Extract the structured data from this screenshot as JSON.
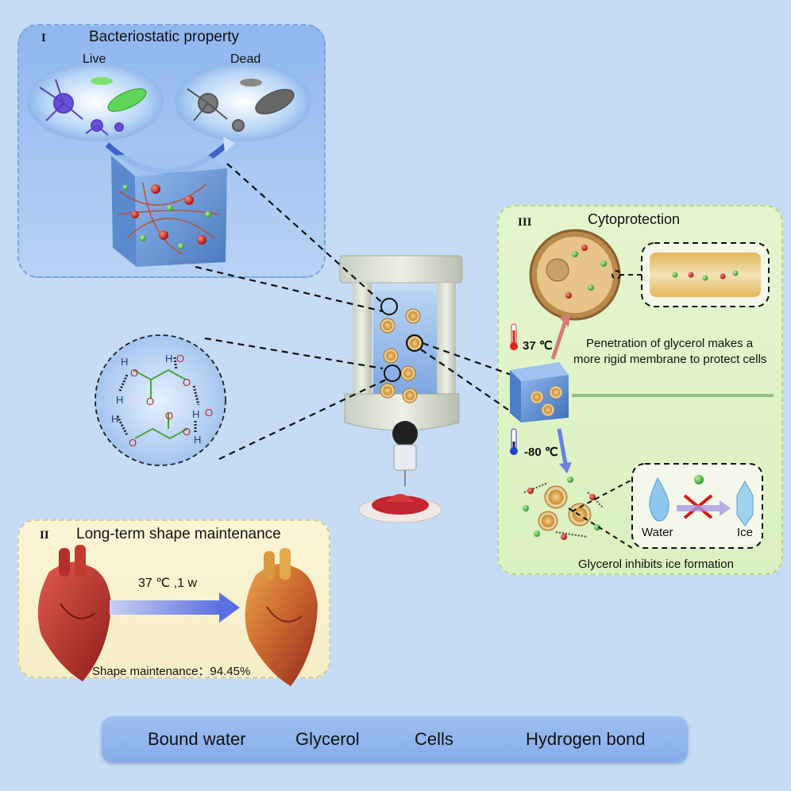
{
  "panel1": {
    "numeral": "I",
    "title": "Bacteriostatic property",
    "live_label": "Live",
    "dead_label": "Dead"
  },
  "panel2": {
    "numeral": "II",
    "title": "Long-term shape maintenance",
    "condition": "37 ℃ ,1 w",
    "result": "Shape maintenance：94.45%"
  },
  "panel3": {
    "numeral": "III",
    "title": "Cytoprotection",
    "temp_high": "37 ℃",
    "penetration_text_1": "Penetration of glycerol makes a",
    "penetration_text_2": "more rigid membrane to protect cells",
    "temp_low": "-80 ℃",
    "water_label": "Water",
    "ice_label": "Ice",
    "ice_caption": "Glycerol inhibits ice formation"
  },
  "molecule": {
    "atom_h": "H",
    "atom_o": "O"
  },
  "legend": {
    "bound_water": "Bound water",
    "glycerol": "Glycerol",
    "cells": "Cells",
    "hydrogen_bond": "Hydrogen bond"
  },
  "colors": {
    "background": "#c6dcf5",
    "panel1": "#a9c8f3",
    "panel2": "#f8f0cc",
    "panel3": "#dff2c6",
    "legend": "#92b6ee",
    "glycerol": "#3fb83f",
    "bound_water": "#c0302a",
    "cells": "#d9a64a"
  }
}
